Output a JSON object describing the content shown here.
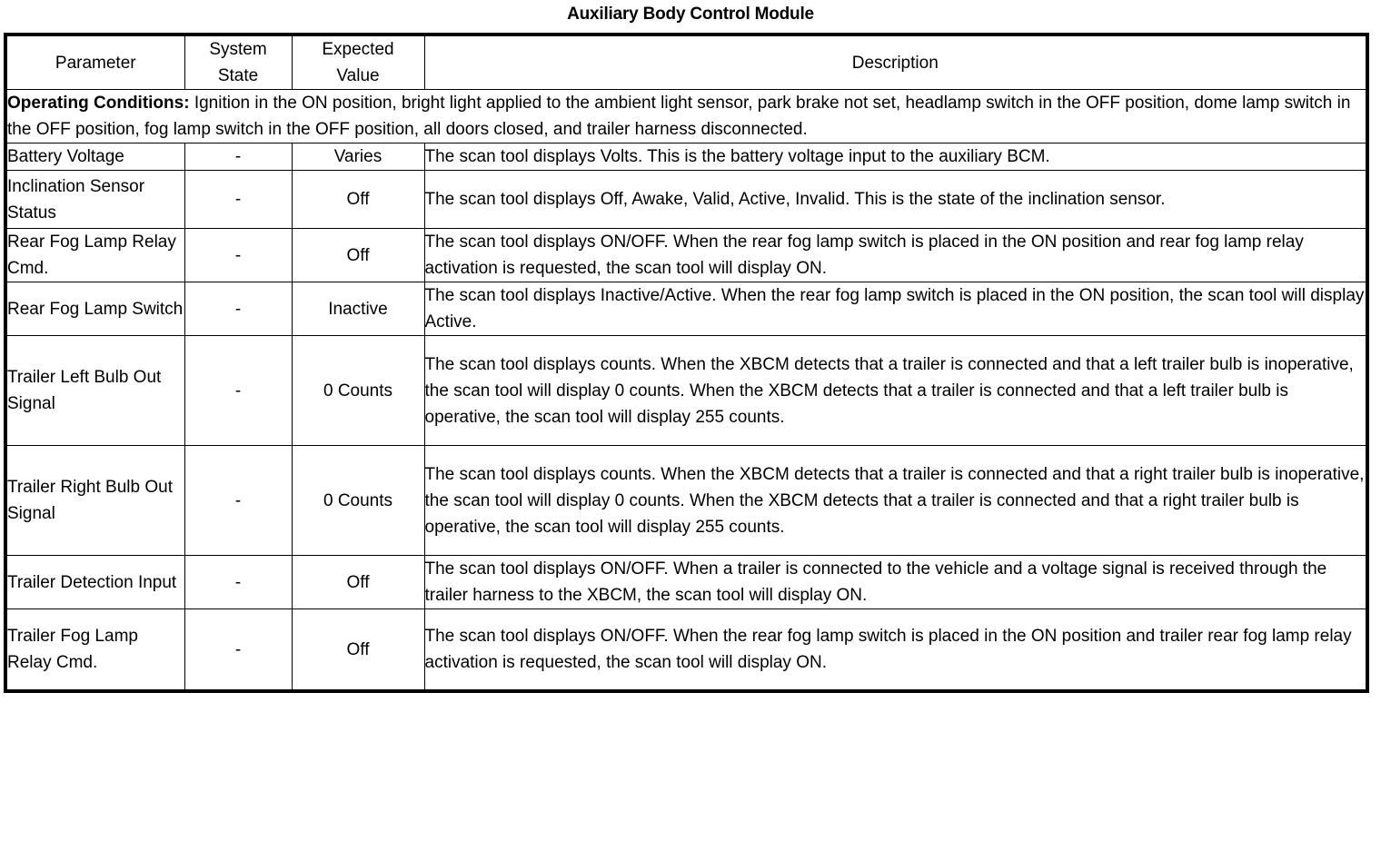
{
  "document": {
    "title": "Auxiliary Body Control Module"
  },
  "table": {
    "headers": {
      "parameter": "Parameter",
      "system_state_line1": "System",
      "system_state_line2": "State",
      "expected_value_line1": "Expected",
      "expected_value_line2": "Value",
      "description": "Description"
    },
    "operating_conditions": {
      "label": "Operating Conditions:",
      "text": " Ignition in the ON position, bright light applied to the ambient light sensor, park brake not set, headlamp switch in the OFF position, dome lamp switch in the OFF position, fog lamp switch in the OFF position, all doors closed, and trailer harness disconnected."
    },
    "rows": [
      {
        "parameter": "Battery Voltage",
        "system_state": "-",
        "expected_value": "Varies",
        "description": "The scan tool displays Volts. This is the battery voltage input to the auxiliary BCM."
      },
      {
        "parameter": "Inclination Sensor Status",
        "system_state": "-",
        "expected_value": "Off",
        "description": "The scan tool displays Off, Awake, Valid, Active, Invalid. This is the state of the inclination sensor."
      },
      {
        "parameter": "Rear Fog Lamp Relay Cmd.",
        "system_state": "-",
        "expected_value": "Off",
        "description": "The scan tool displays ON/OFF. When the rear fog lamp switch is placed in the ON position and rear fog lamp relay activation is requested, the scan tool will display ON."
      },
      {
        "parameter": "Rear Fog Lamp Switch",
        "system_state": "-",
        "expected_value": "Inactive",
        "description": "The scan tool displays Inactive/Active. When the rear fog lamp switch is placed in the ON position, the scan tool will display Active."
      },
      {
        "parameter": "Trailer Left Bulb Out Signal",
        "system_state": "-",
        "expected_value": "0 Counts",
        "description": "The scan tool displays counts. When the XBCM detects that a trailer is connected and that a left trailer bulb is inoperative, the scan tool will display 0 counts. When the XBCM detects that a trailer is connected and that a left trailer bulb is operative, the scan tool will display 255 counts."
      },
      {
        "parameter": "Trailer Right Bulb Out Signal",
        "system_state": "-",
        "expected_value": "0 Counts",
        "description": "The scan tool displays counts. When the XBCM detects that a trailer is connected and that a right trailer bulb is inoperative, the scan tool will display 0 counts. When the XBCM detects that a trailer is connected and that a right trailer bulb is operative, the scan tool will display 255 counts."
      },
      {
        "parameter": "Trailer Detection Input",
        "system_state": "-",
        "expected_value": "Off",
        "description": "The scan tool displays ON/OFF. When a trailer is connected to the vehicle and a voltage signal is received through the trailer harness to the XBCM, the scan tool will display ON."
      },
      {
        "parameter": "Trailer Fog Lamp Relay Cmd.",
        "system_state": "-",
        "expected_value": "Off",
        "description": "The scan tool displays ON/OFF. When the rear fog lamp switch is placed in the ON position and trailer rear fog lamp relay activation is requested, the scan tool will display ON."
      }
    ]
  },
  "colors": {
    "text": "#000000",
    "background": "#ffffff",
    "border": "#000000"
  }
}
